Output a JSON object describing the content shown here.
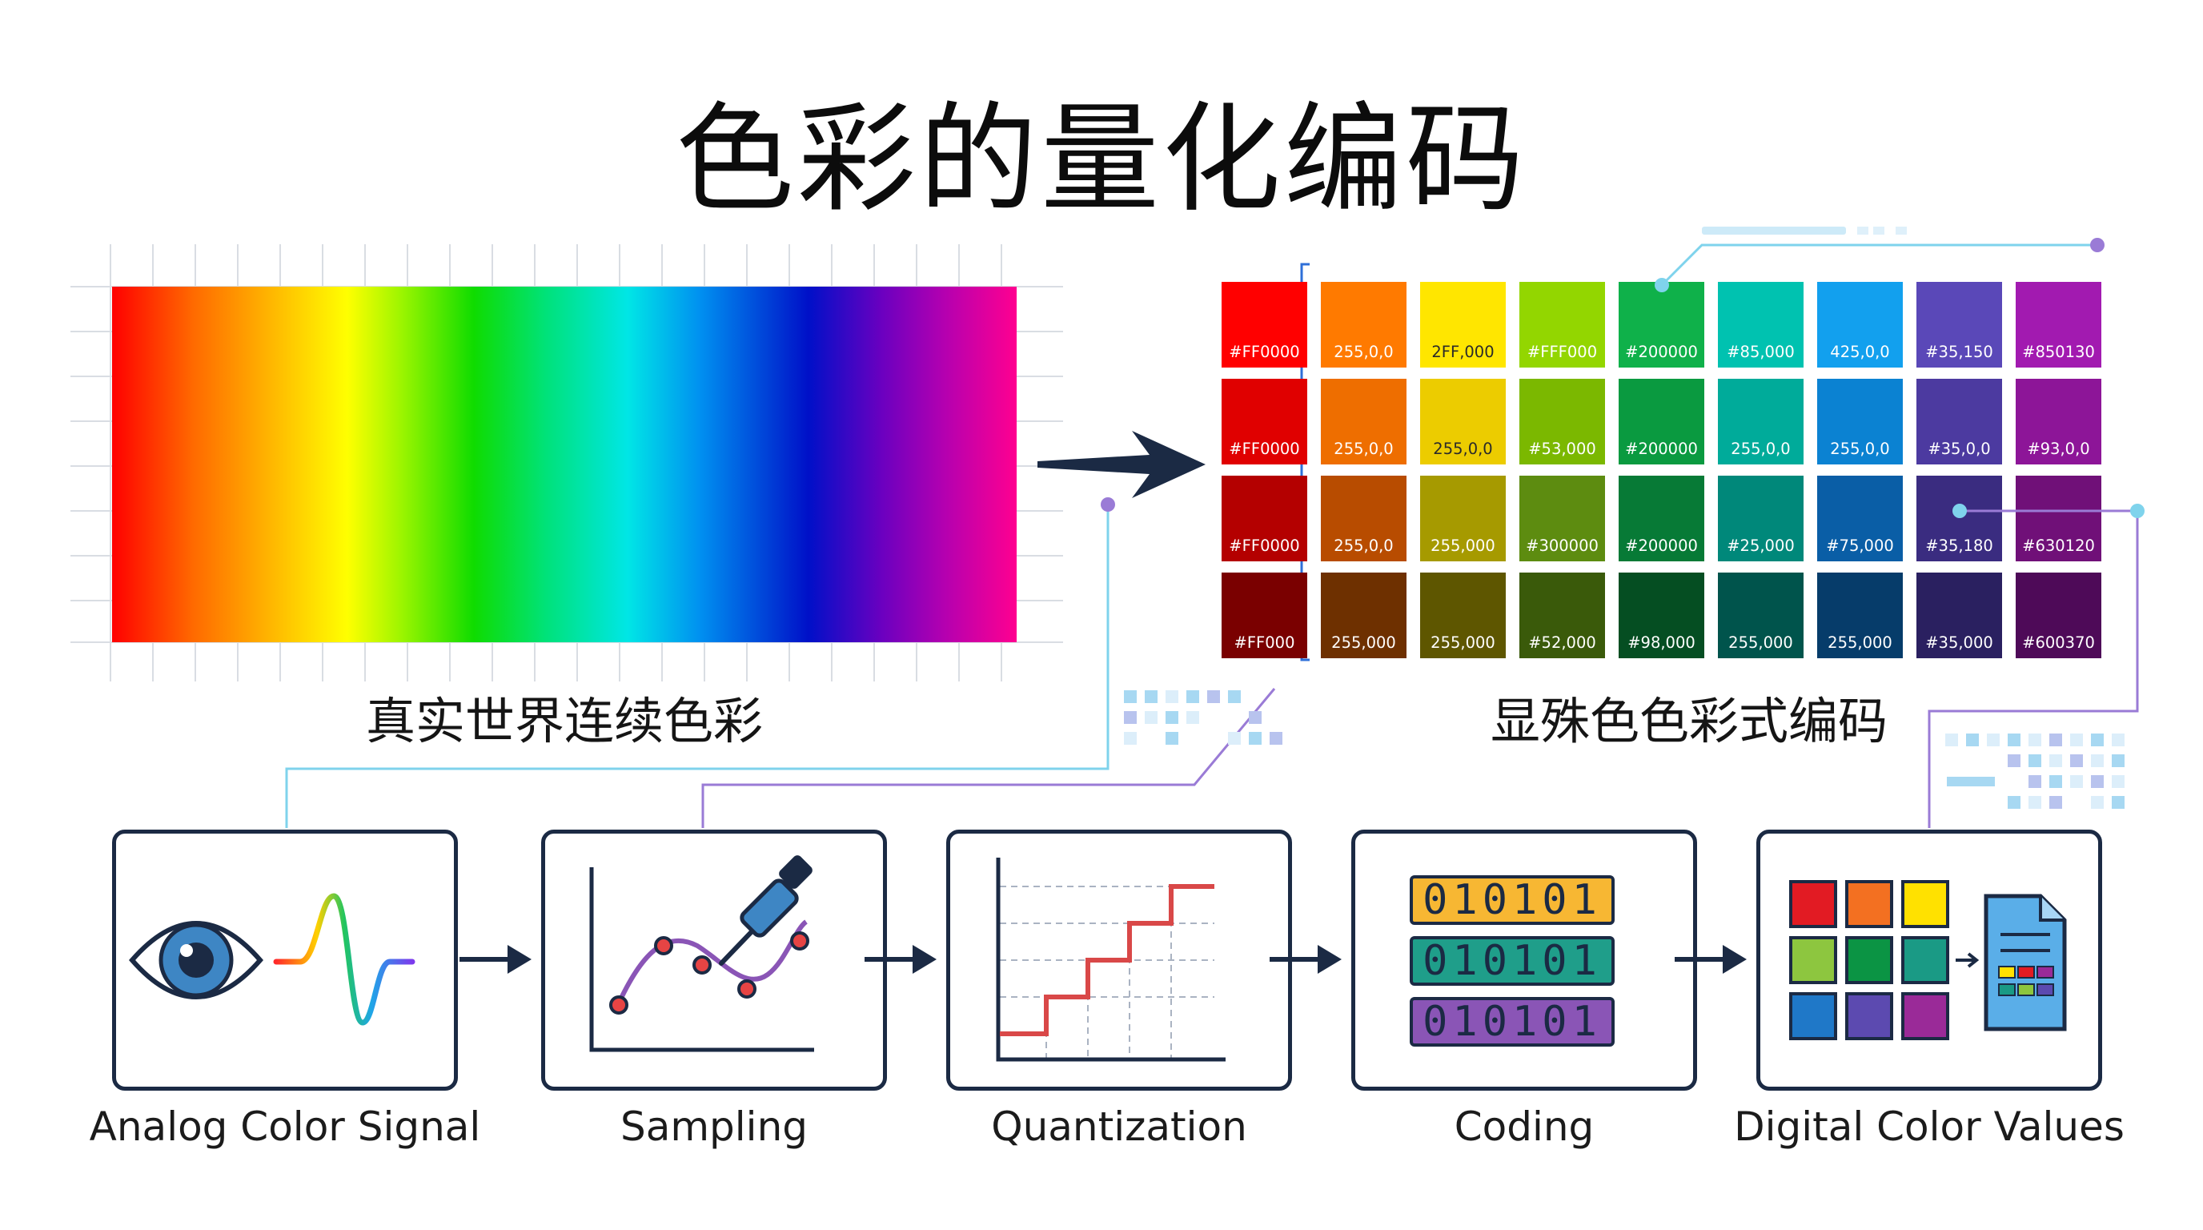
{
  "title": "色彩的量化编码",
  "spectrum": {
    "label": "真实世界连续色彩"
  },
  "swatches": {
    "label": "显殊色色彩式编码",
    "rows": [
      [
        {
          "color": "#ff0000",
          "code": "#FF0000"
        },
        {
          "color": "#ff7a00",
          "code": "255,0,0"
        },
        {
          "color": "#ffe600",
          "code": "2FF,000",
          "dark": true
        },
        {
          "color": "#93d600",
          "code": "#FFF000"
        },
        {
          "color": "#0fb14a",
          "code": "#200000"
        },
        {
          "color": "#00c2b0",
          "code": "#85,000"
        },
        {
          "color": "#12a0ee",
          "code": "425,0,0"
        },
        {
          "color": "#5a48b8",
          "code": "#35,150"
        },
        {
          "color": "#a21ab0",
          "code": "#850130"
        }
      ],
      [
        {
          "color": "#e00000",
          "code": "#FF0000"
        },
        {
          "color": "#ee6e00",
          "code": "255,0,0"
        },
        {
          "color": "#eccc00",
          "code": "255,0,0",
          "dark": true
        },
        {
          "color": "#7bb800",
          "code": "#53,000"
        },
        {
          "color": "#0a9a40",
          "code": "#200000"
        },
        {
          "color": "#00ab9a",
          "code": "255,0,0"
        },
        {
          "color": "#0b82d2",
          "code": "255,0,0"
        },
        {
          "color": "#4c3aa0",
          "code": "#35,0,0"
        },
        {
          "color": "#8d1598",
          "code": "#93,0,0"
        }
      ],
      [
        {
          "color": "#b40000",
          "code": "#FF0000"
        },
        {
          "color": "#b84c00",
          "code": "255,0,0"
        },
        {
          "color": "#a69a00",
          "code": "255,000"
        },
        {
          "color": "#5d8c10",
          "code": "#300000"
        },
        {
          "color": "#077a36",
          "code": "#200000"
        },
        {
          "color": "#00887a",
          "code": "#25,000"
        },
        {
          "color": "#0a5ea6",
          "code": "#75,000"
        },
        {
          "color": "#3a2c80",
          "code": "#35,180"
        },
        {
          "color": "#701078",
          "code": "#630120"
        }
      ],
      [
        {
          "color": "#7a0000",
          "code": "#FF000"
        },
        {
          "color": "#6e3000",
          "code": "255,000"
        },
        {
          "color": "#5e5600",
          "code": "255,000"
        },
        {
          "color": "#3a5a0a",
          "code": "#52,000"
        },
        {
          "color": "#054e22",
          "code": "#98,000"
        },
        {
          "color": "#00544c",
          "code": "255,000"
        },
        {
          "color": "#063c6a",
          "code": "255,000"
        },
        {
          "color": "#2a2060",
          "code": "#35,000"
        },
        {
          "color": "#4e0a58",
          "code": "#600370"
        }
      ]
    ]
  },
  "steps": [
    {
      "label": "Analog Color Signal"
    },
    {
      "label": "Sampling"
    },
    {
      "label": "Quantization"
    },
    {
      "label": "Coding"
    },
    {
      "label": "Digital Color Values"
    }
  ],
  "coding": {
    "bits": [
      {
        "text": "010101",
        "color": "#f7b733"
      },
      {
        "text": "010101",
        "color": "#1f9e8a"
      },
      {
        "text": "010101",
        "color": "#8a55b6"
      }
    ]
  },
  "colors": {
    "outline": "#1b2a44",
    "connector_cyan": "#7fd3ec",
    "connector_purple": "#9a7bd6",
    "step_red": "#d94848"
  }
}
